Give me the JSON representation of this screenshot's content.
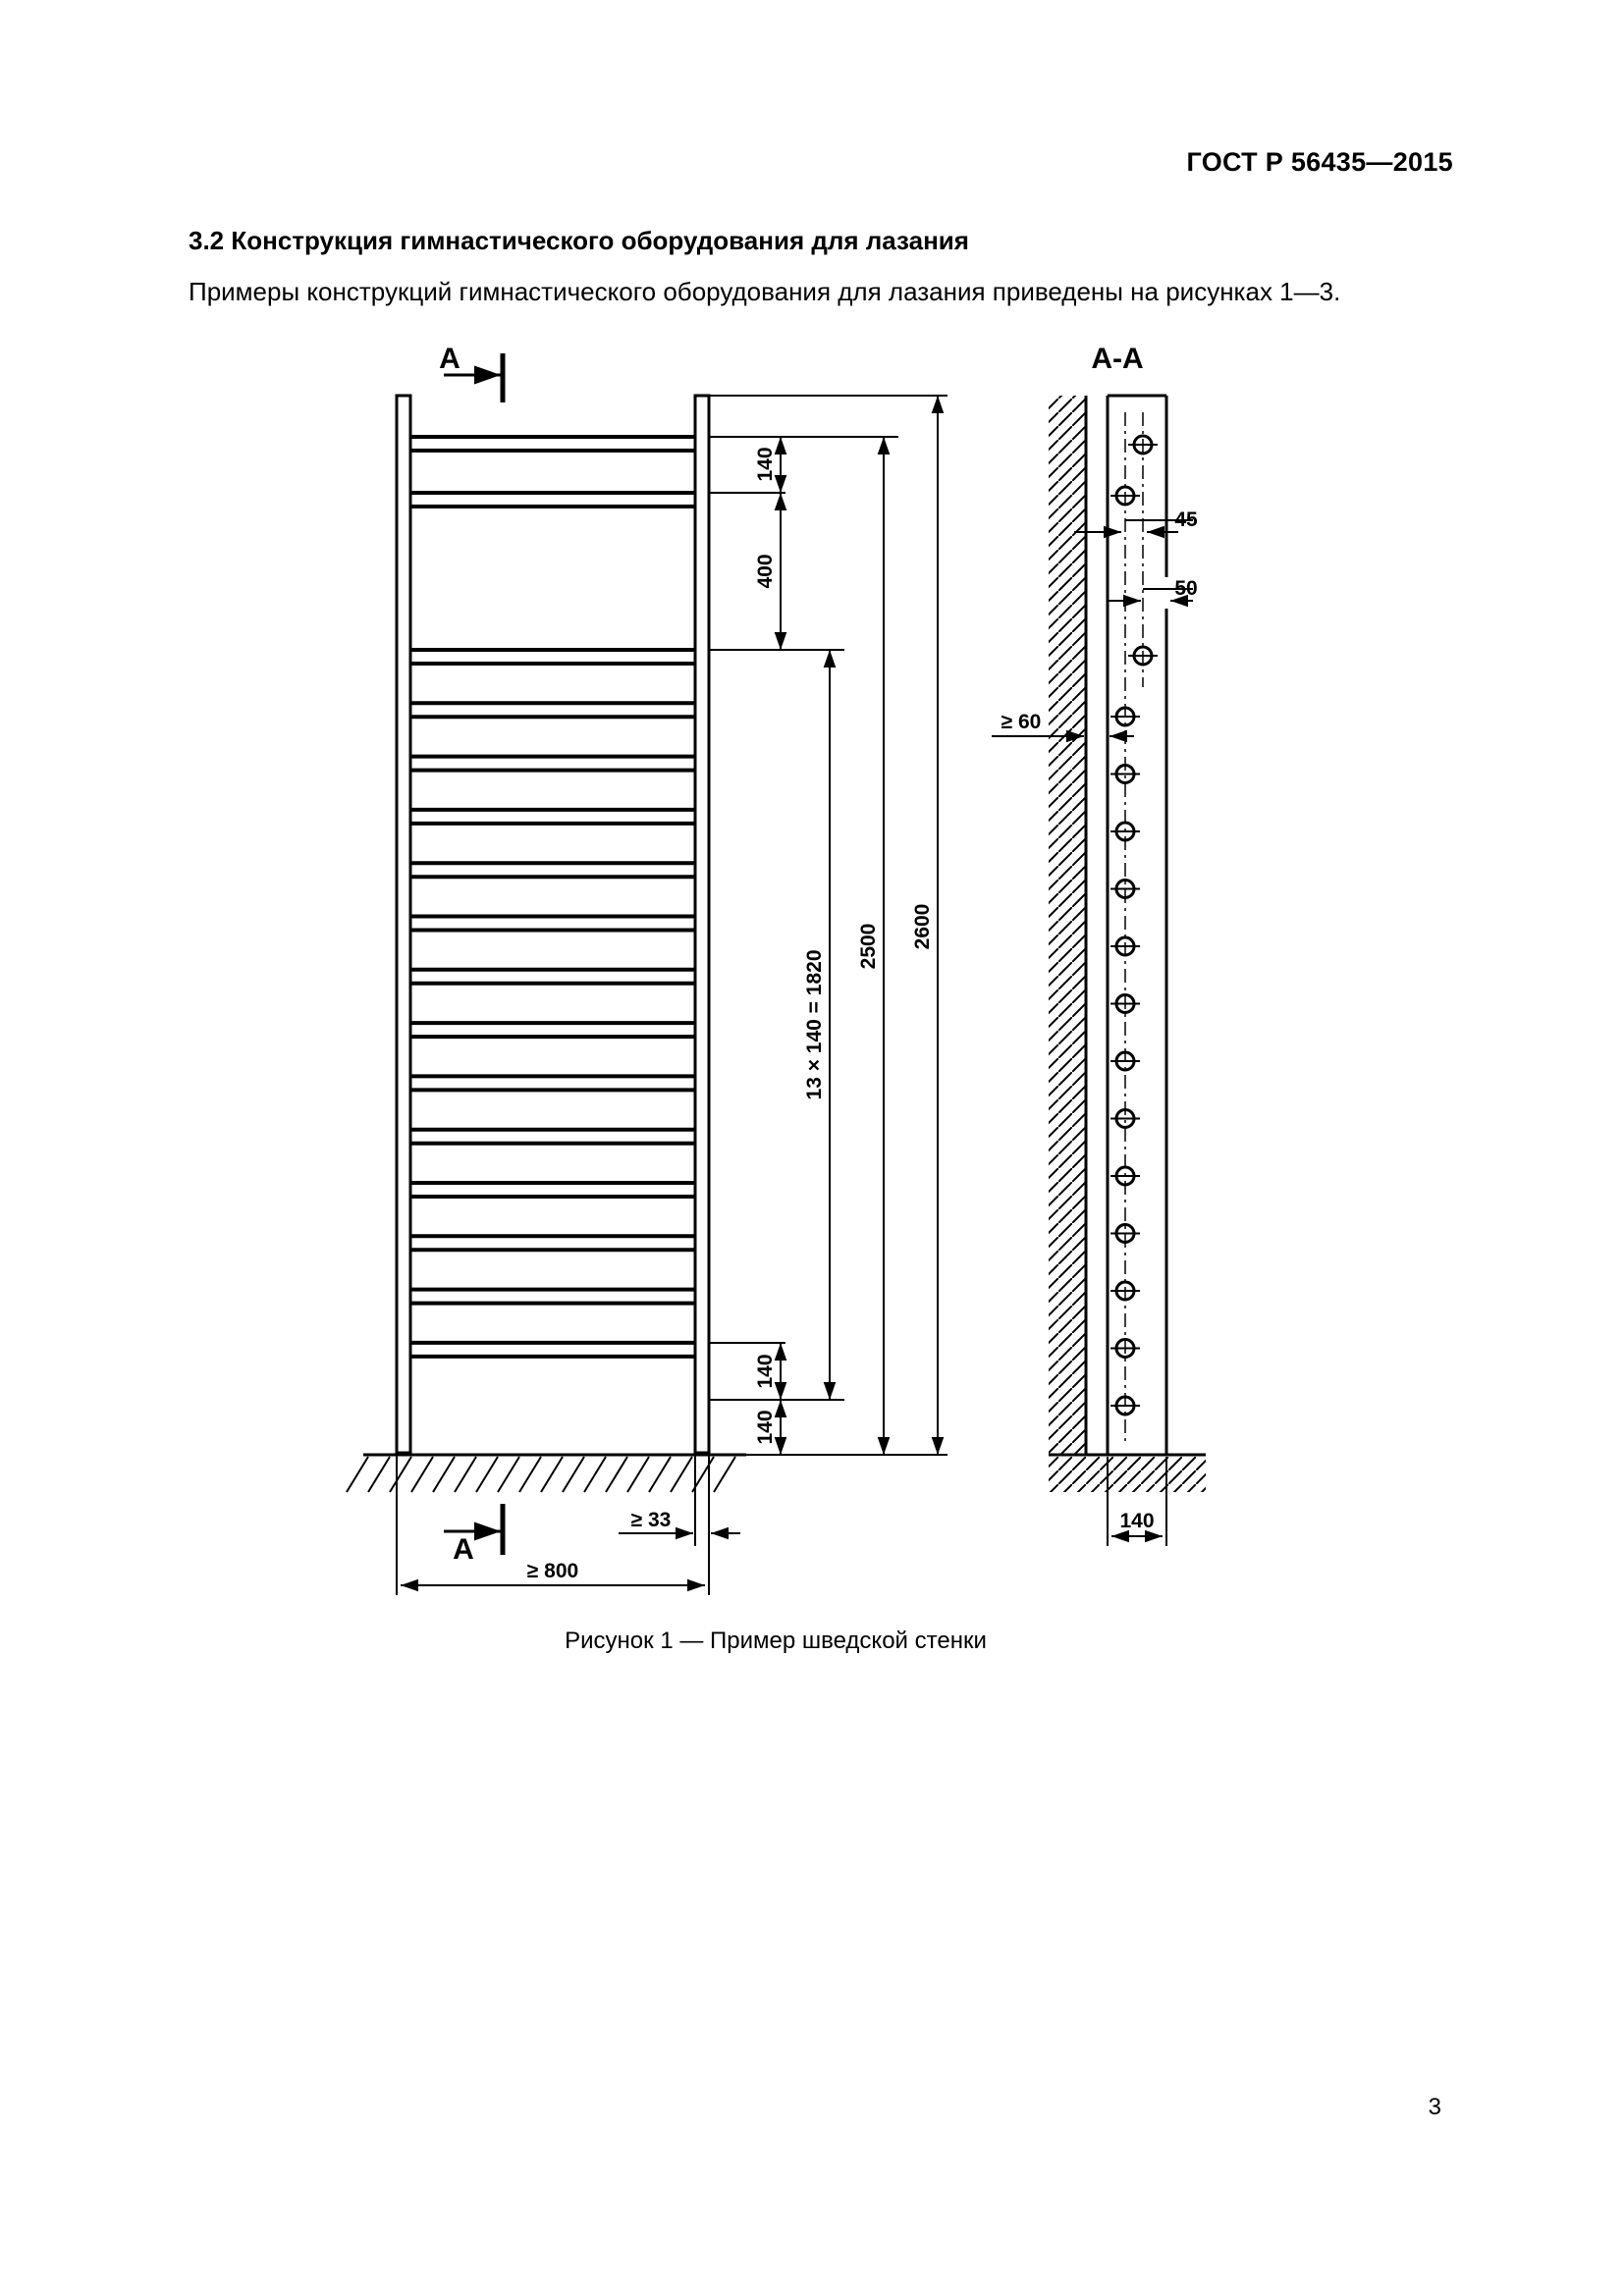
{
  "header": {
    "doc_code": "ГОСТ Р 56435—2015"
  },
  "section": {
    "heading": "3.2 Конструкция гимнастического оборудования для лазания",
    "intro": "Примеры конструкций гимнастического оборудования для лазания приведены на рисунках 1—3."
  },
  "figure": {
    "caption": "Рисунок 1 — Пример шведской стенки",
    "section_mark": "A",
    "section_view_label": "A-A",
    "dimensions": {
      "top_rung_gap": "140",
      "second_gap": "400",
      "rung_series": "13 × 140 = 1820",
      "total_rungs_height": "2500",
      "total_height": "2600",
      "bottom_gap_1": "140",
      "bottom_gap_2": "140",
      "post_clearance": "≥ 33",
      "width": "≥ 800",
      "offset_45": "45",
      "offset_50": "50",
      "wall_gap": "≥ 60",
      "section_width": "140"
    }
  },
  "footer": {
    "page_number": "3"
  }
}
